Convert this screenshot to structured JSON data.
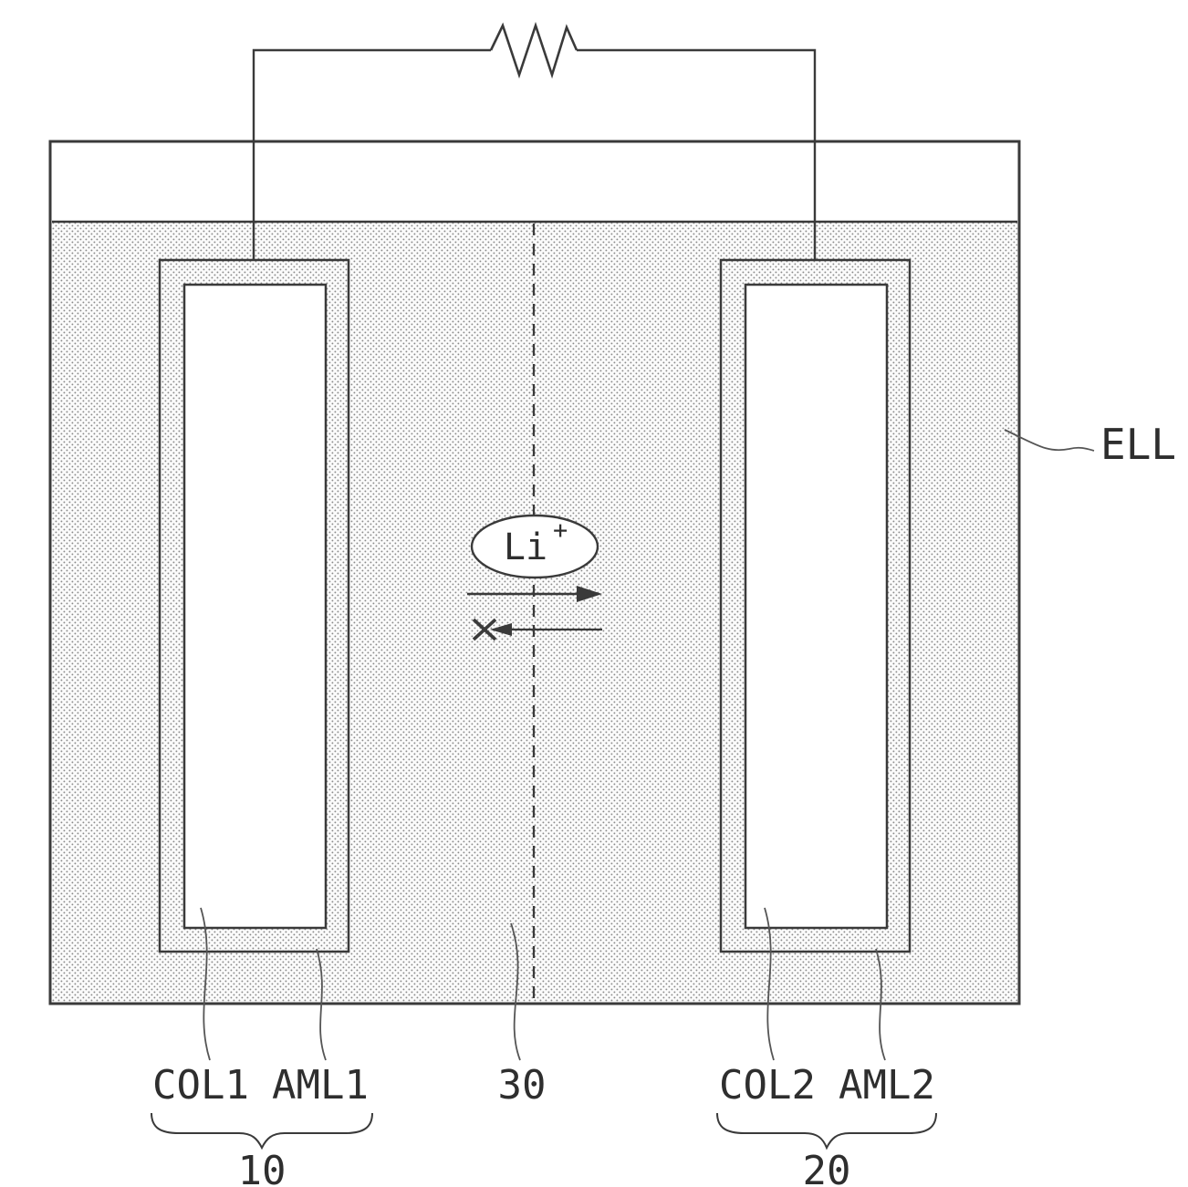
{
  "figure": {
    "labels": {
      "electrolyte": "ELL",
      "ion": "Li",
      "ion_charge": "+",
      "current_collector_1": "COL1",
      "active_material_1": "AML1",
      "current_collector_2": "COL2",
      "active_material_2": "AML2",
      "separator": "30",
      "electrode_group_1": "10",
      "electrode_group_2": "20"
    },
    "colors": {
      "line": "#3a3a3a",
      "stipple_dot": "#8a8a8a",
      "background": "#ffffff"
    }
  }
}
